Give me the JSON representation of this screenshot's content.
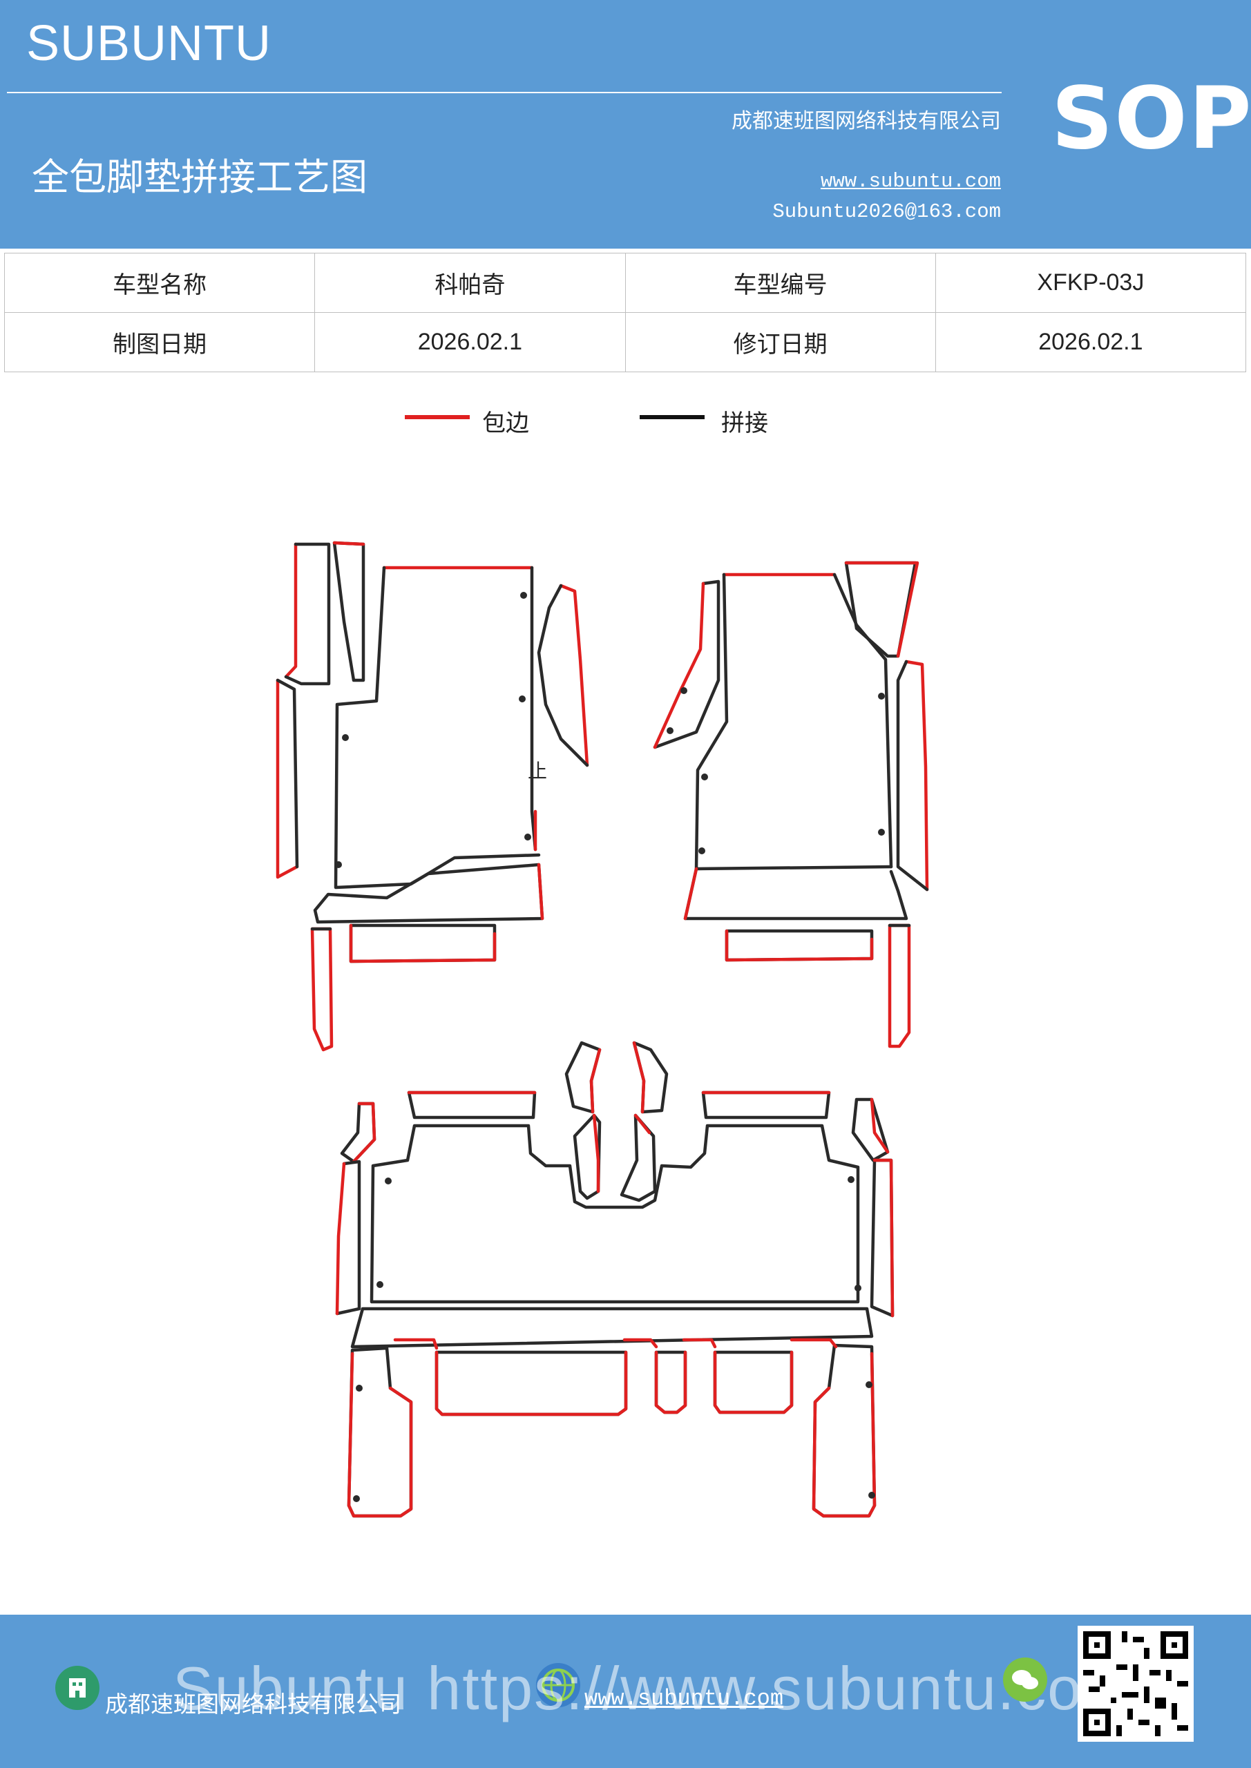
{
  "header": {
    "brand": "SUBUNTU",
    "title": "全包脚垫拼接工艺图",
    "company": "成都速班图网络科技有限公司",
    "website": "www.subuntu.com",
    "email": "Subuntu2026@163.com",
    "badge": "SOP",
    "background_color": "#5b9bd5"
  },
  "info_table": {
    "model_name_label": "车型名称",
    "model_name": "科帕奇",
    "model_code_label": "车型编号",
    "model_code": "XFKP-03J",
    "draw_date_label": "制图日期",
    "draw_date": "2026.02.1",
    "revise_date_label": "修订日期",
    "revise_date": "2026.02.1"
  },
  "legend": {
    "edging_label": "包边",
    "edging_color": "#e02020",
    "splice_label": "拼接",
    "splice_color": "#111111"
  },
  "diagram": {
    "marker_text": "止"
  },
  "footer": {
    "company": "成都速班图网络科技有限公司",
    "website": "www.subuntu.com",
    "watermark": "Subuntu https://www.subuntu.com",
    "icons": [
      "building-icon",
      "globe-icon",
      "wechat-icon",
      "qr-code-icon"
    ]
  }
}
